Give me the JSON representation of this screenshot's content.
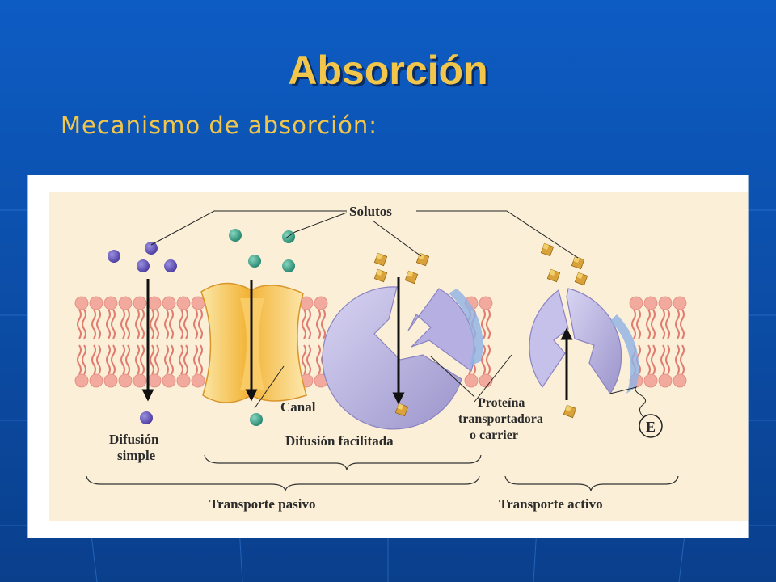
{
  "slide": {
    "title": "Absorción",
    "subtitle": "Mecanismo de absorción:"
  },
  "diagram": {
    "labels": {
      "solutos": "Solutos",
      "canal": "Canal",
      "proteina_1": "Proteína",
      "proteina_2": "transportadora",
      "proteina_3": "o carrier",
      "energia": "E",
      "difusion_simple_1": "Difusión",
      "difusion_simple_2": "simple",
      "difusion_facilitada": "Difusión facilitada",
      "transporte_pasivo": "Transporte pasivo",
      "transporte_activo": "Transporte activo"
    },
    "colors": {
      "background": "#0b56b8",
      "title": "#f2c64b",
      "panel": "#fbefd7",
      "phospholipid": "#f2a99e",
      "solute_simple": "#6a5bbf",
      "solute_channel": "#3aa88e",
      "solute_carrier": "#d9a23a",
      "carrier_protein": "#bdb8e6",
      "channel_protein": "#f0a928"
    }
  }
}
